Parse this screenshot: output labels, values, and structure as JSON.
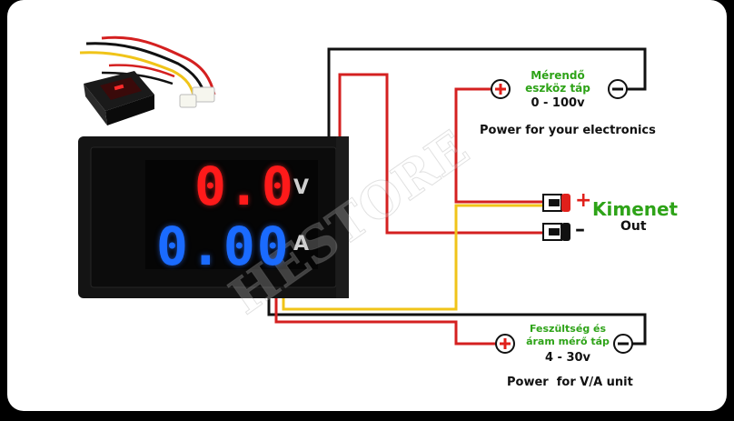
{
  "display": {
    "voltage_reading": "0.0",
    "current_reading": "0.00",
    "voltage_unit": "V",
    "current_unit": "A",
    "voltage_color": "#ff1a1a",
    "current_color": "#1a6bff"
  },
  "watermark": "HESTORE",
  "measured_supply": {
    "title_line1": "Mérendő",
    "title_line2": "eszköz táp",
    "range": "0 - 100v",
    "caption": "Power for your electronics"
  },
  "output": {
    "title": "Kimenet",
    "subtitle": "Out",
    "plus_sign": "+",
    "minus_sign": "–"
  },
  "meter_supply": {
    "title_line1": "Feszültség és",
    "title_line2": "áram mérő táp",
    "range": "4 - 30v",
    "caption": "Power  for V/A unit"
  },
  "colors": {
    "wire_red": "#d42020",
    "wire_black": "#111111",
    "wire_yellow": "#f0c419",
    "label_green": "#2ea318",
    "terminal_plus": "#e0201b"
  },
  "icons": {
    "plus_terminal": "plus-circle-icon",
    "minus_terminal": "minus-circle-icon"
  }
}
